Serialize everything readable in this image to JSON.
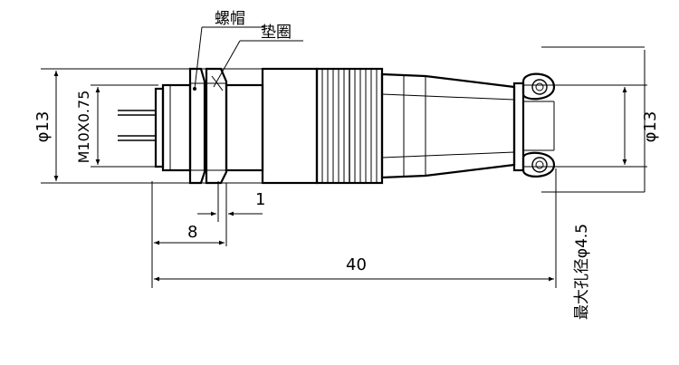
{
  "labels": {
    "nut": "螺帽",
    "washer": "垫圈"
  },
  "dimensions": {
    "dia_left": "φ13",
    "thread": "M10X0.75",
    "dia_right": "φ13",
    "len_8": "8",
    "len_1": "1",
    "len_40": "40",
    "max_hole": "最大孔径φ4.5"
  }
}
